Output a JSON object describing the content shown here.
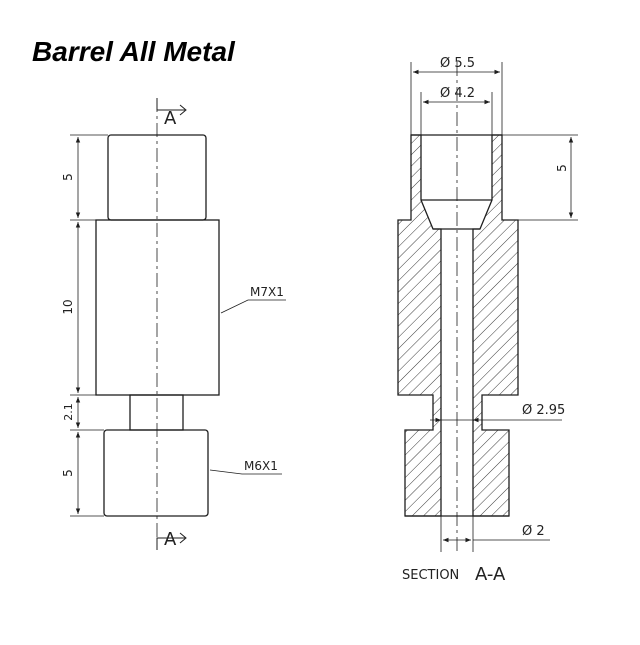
{
  "title": "Barrel All Metal",
  "left_view": {
    "section_marker_top": "A",
    "section_marker_bottom": "A",
    "dim_top_length": "5",
    "dim_middle_length": "10",
    "dim_neck_length": "2.1",
    "dim_bottom_length": "5",
    "thread_upper": "M7X1",
    "thread_lower": "M6X1"
  },
  "right_view": {
    "dim_outer_diameter": "Ø 5.5",
    "dim_inner_diameter": "Ø 4.2",
    "dim_top_length": "5",
    "dim_bore_diameter": "Ø 2.95",
    "dim_exit_diameter": "Ø 2",
    "section_label": "SECTION",
    "section_id": "A-A"
  },
  "colors": {
    "line": "#1e1e1e",
    "hatch": "#3a3a3a",
    "background": "#ffffff"
  }
}
